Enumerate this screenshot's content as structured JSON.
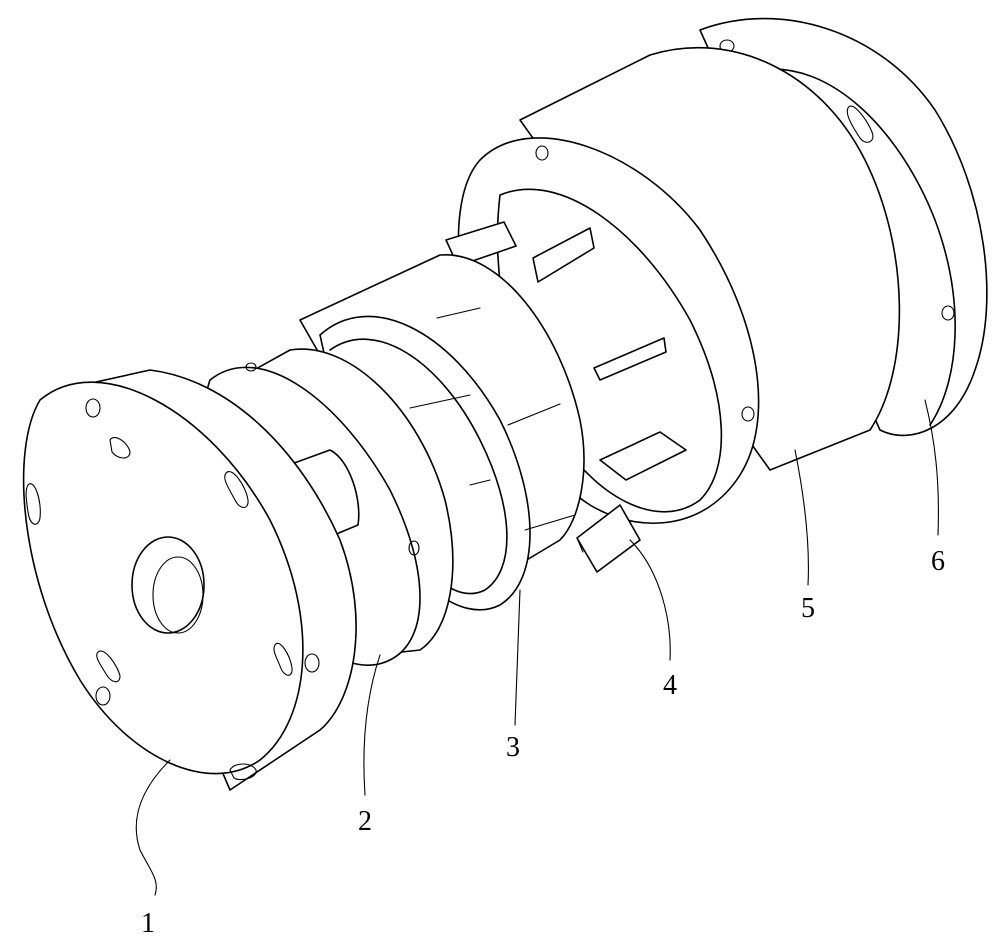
{
  "figure": {
    "labels": {
      "part1": "1",
      "part2": "2",
      "part3": "3",
      "part4": "4",
      "part5": "5",
      "part6": "6"
    }
  }
}
